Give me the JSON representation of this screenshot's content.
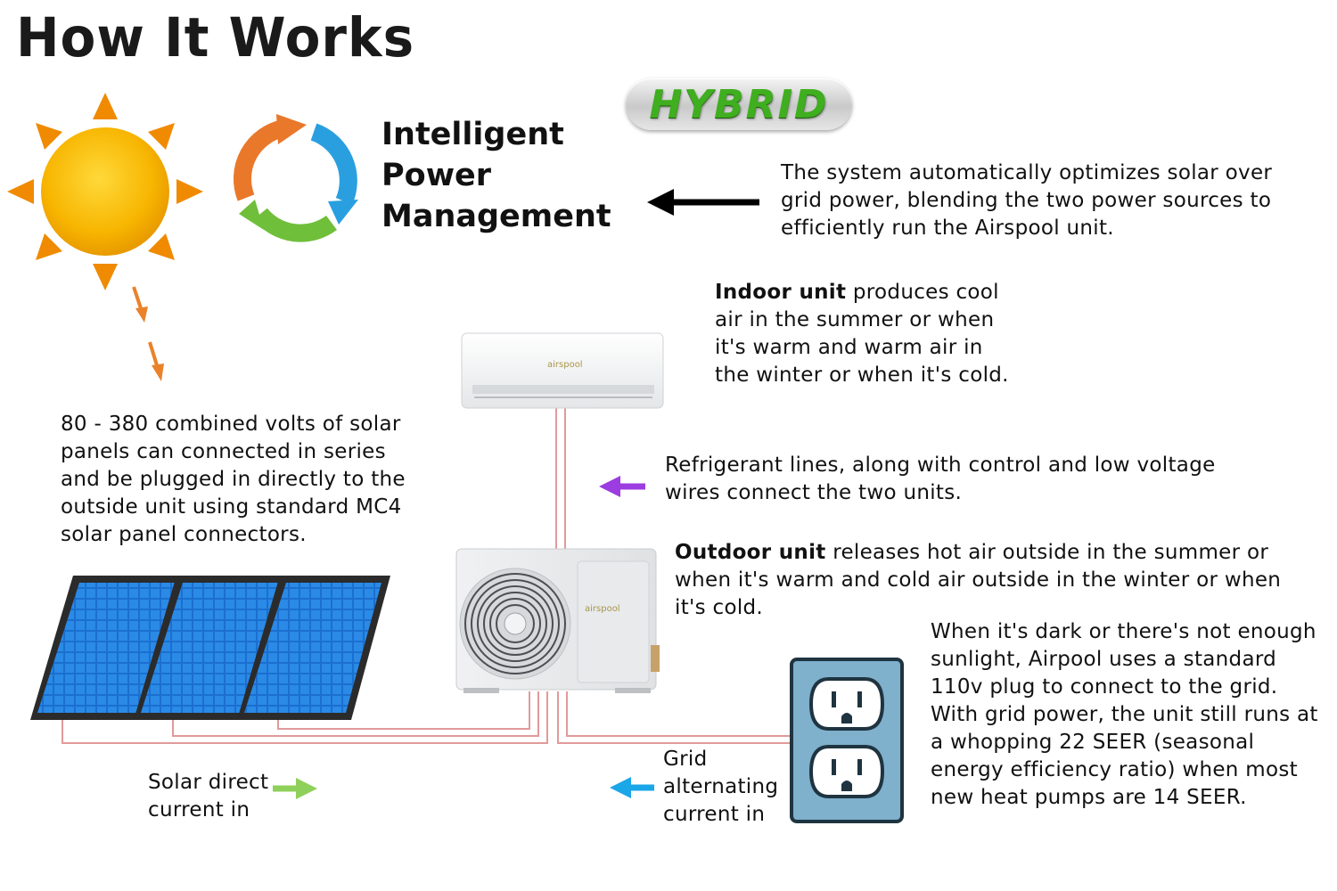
{
  "title": "How It Works",
  "power_management": {
    "label": "Intelligent\nPower\nManagement",
    "badge": "HYBRID"
  },
  "system_description": "The system automatically optimizes solar over grid power, blending the two power sources to efficiently run the Airspool unit.",
  "indoor_unit": {
    "heading": "Indoor unit",
    "description": " produces cool air in the summer or when it's warm and warm air in the winter or when it's cold.",
    "brand": "airspool"
  },
  "refrigerant_lines": "Refrigerant lines, along with control and low voltage wires connect the two units.",
  "outdoor_unit": {
    "heading": "Outdoor unit",
    "description": " releases hot air outside in the summer or when it's warm and cold air outside in the winter or when it's cold.",
    "brand": "airspool"
  },
  "solar_panels": "80 - 380 combined volts of solar panels can connected in series and be plugged in directly to the outside unit using standard MC4 solar panel connectors.",
  "grid_note": "When it's dark or there's not enough sunlight, Airpool uses a standard 110v plug to connect to the grid.  With grid power, the unit still runs at a whopping 22 SEER (seasonal energy efficiency ratio) when most new heat pumps are 14 SEER.",
  "solar_current": "Solar direct current in",
  "grid_current": "Grid alternating current in",
  "colors": {
    "sun": "#f5b800",
    "sun_rays": "#f08a00",
    "cycle_orange": "#e9782a",
    "cycle_blue": "#2a9fe0",
    "cycle_green": "#6fbf3a",
    "purple_arrow": "#9b3de0",
    "green_arrow": "#8fd05a",
    "blue_arrow": "#1aa7e8",
    "panel_blue": "#1b78d8",
    "outlet_blue": "#7fb0cc",
    "hybrid_green": "#3fae1f"
  }
}
